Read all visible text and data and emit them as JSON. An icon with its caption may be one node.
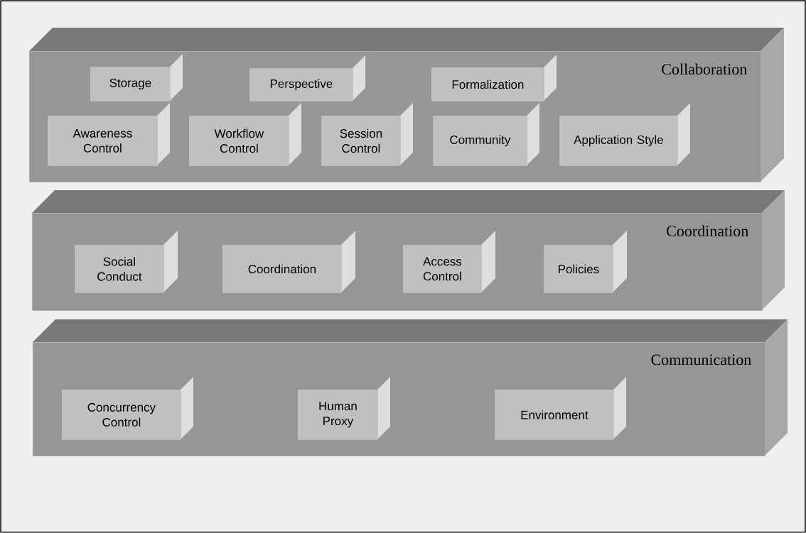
{
  "diagram": {
    "nodes": [
      {
        "text": [
          "Collaboration"
        ]
      },
      {
        "text": [
          "Storage"
        ],
        "in": 0
      },
      {
        "text": [
          "Perspective"
        ],
        "in": 0
      },
      {
        "text": [
          "Formalization"
        ],
        "in": 0
      },
      {
        "text": [
          "Awareness Control"
        ],
        "in": 0
      },
      {
        "text": [
          "Workflow Control"
        ],
        "in": 0
      },
      {
        "text": [
          "Session Control"
        ],
        "in": 0
      },
      {
        "text": [
          "Community"
        ],
        "in": 0
      },
      {
        "text": [
          "Application Style"
        ],
        "in": 0
      },
      {
        "text": [
          "Coordination"
        ]
      },
      {
        "text": [
          "Social Conduct"
        ],
        "in": 9
      },
      {
        "text": [
          "Coordination"
        ],
        "in": 9
      },
      {
        "text": [
          "Access Control"
        ],
        "in": 9
      },
      {
        "text": [
          "Policies"
        ],
        "in": 9
      },
      {
        "text": [
          "Communication"
        ]
      },
      {
        "text": [
          "Concurrency Control"
        ],
        "in": 14
      },
      {
        "text": [
          "Human Proxy"
        ],
        "in": 14
      },
      {
        "text": [
          "Environment"
        ],
        "in": 14
      }
    ]
  }
}
